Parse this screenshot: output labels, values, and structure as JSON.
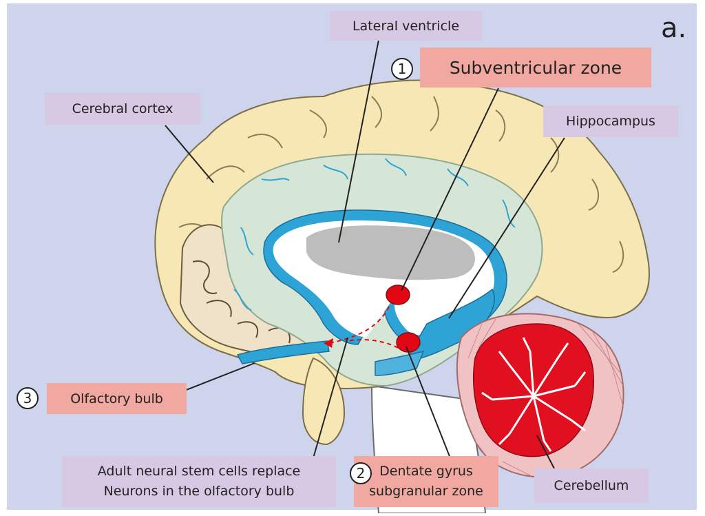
{
  "panel_letter": "a.",
  "labels": {
    "lateral_ventricle": "Lateral ventricle",
    "subventricular_zone": "Subventricular zone",
    "cerebral_cortex": "Cerebral cortex",
    "hippocampus": "Hippocampus",
    "olfactory_bulb": "Olfactory bulb",
    "stem_cells_line1": "Adult neural stem cells replace",
    "stem_cells_line2": "Neurons in the olfactory bulb",
    "dentate_line1": "Dentate gyrus",
    "dentate_line2": "subgranular zone",
    "cerebellum": "Cerebellum"
  },
  "markers": {
    "one": "1",
    "two": "2",
    "three": "3"
  },
  "colors": {
    "background": "#cdd4ec",
    "label_purple": "#d7c8e3",
    "label_pink": "#f0a8a0",
    "cortex": "#f6e7b4",
    "white_matter": "#d6e6d6",
    "ventricle_blue": "#2ea3d6",
    "ventricle_gray": "#bdbdbd",
    "stem_cell_red": "#e30613",
    "cerebellum_red": "#e01020"
  }
}
